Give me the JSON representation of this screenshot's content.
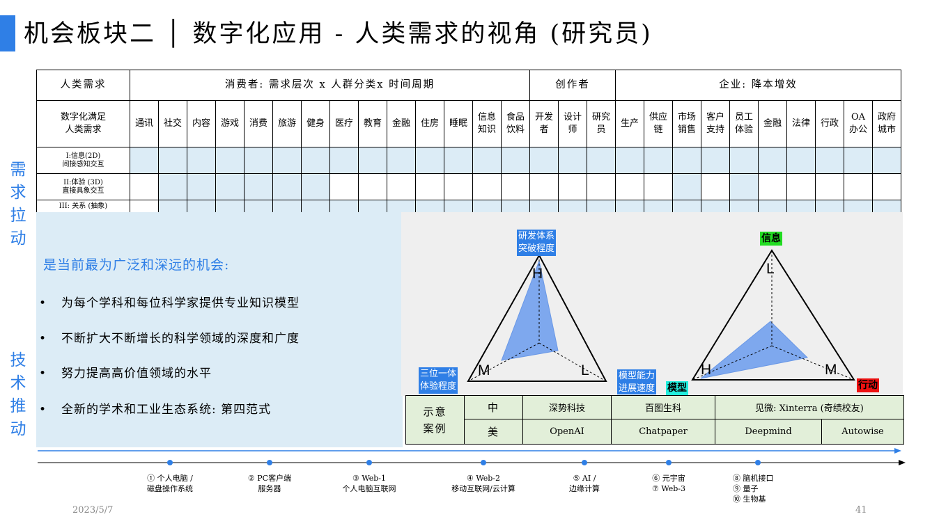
{
  "title": "机会板块二 │ 数字化应用 - 人类需求的视角 (研究员)",
  "side_labels": {
    "demand": [
      "需",
      "求",
      "拉",
      "动"
    ],
    "tech": [
      "技",
      "术",
      "推",
      "动"
    ]
  },
  "table": {
    "header_needs": "人类需求",
    "header_consumer": "消费者: 需求层次 x 人群分类x 时间周期",
    "header_creator": "创作者",
    "header_enterprise": "企业: 降本增效",
    "row_label_header": [
      "数字化满足",
      "人类需求"
    ],
    "subcolumns": [
      [
        "通讯"
      ],
      [
        "社交"
      ],
      [
        "内容"
      ],
      [
        "游戏"
      ],
      [
        "消费"
      ],
      [
        "旅游"
      ],
      [
        "健身"
      ],
      [
        "医疗"
      ],
      [
        "教育"
      ],
      [
        "金融"
      ],
      [
        "住房"
      ],
      [
        "睡眠"
      ],
      [
        "信息",
        "知识"
      ],
      [
        "食品",
        "饮料"
      ],
      [
        "开发",
        "者"
      ],
      [
        "设计",
        "师"
      ],
      [
        "研究",
        "员"
      ],
      [
        "生产"
      ],
      [
        "供应",
        "链"
      ],
      [
        "市场",
        "销售"
      ],
      [
        "客户",
        "支持"
      ],
      [
        "员工",
        "体验"
      ],
      [
        "金融"
      ],
      [
        "法律"
      ],
      [
        "行政"
      ],
      [
        "OA",
        "办公"
      ],
      [
        "政府",
        "城市"
      ]
    ],
    "levels": [
      [
        "I:信息(2D)",
        "间接感知交互"
      ],
      [
        "II:体验 (3D)",
        "直接具象交互"
      ],
      [
        "III: 关系 (抽象)"
      ]
    ],
    "highlights": [
      [
        1,
        1,
        1,
        1,
        1,
        1,
        1,
        1,
        1,
        1,
        1,
        1,
        1,
        1,
        1,
        1,
        1,
        1,
        1,
        1,
        1,
        1,
        1,
        1,
        1,
        1,
        1
      ],
      [
        0,
        1,
        1,
        1,
        1,
        1,
        1,
        0,
        0,
        0,
        0,
        0,
        0,
        0,
        0,
        0,
        0,
        0,
        0,
        1,
        0,
        1,
        0,
        0,
        0,
        0,
        0
      ],
      [
        0,
        1,
        1,
        1,
        1,
        1,
        1,
        1,
        1,
        1,
        1,
        1,
        1,
        1,
        1,
        1,
        1,
        1,
        1,
        1,
        1,
        1,
        1,
        1,
        1,
        1,
        1
      ]
    ]
  },
  "panel": {
    "headline": "是当前最为广泛和深远的机会:",
    "bullet_marker": "•",
    "bullets": [
      "为每个学科和每位科学家提供专业知识模型",
      "不断扩大不断增长的科学领域的深度和广度",
      "努力提高高价值领域的水平",
      "全新的学术和工业生态系统: 第四范式"
    ]
  },
  "diagram": {
    "left": {
      "label_top": [
        "研发体系",
        "突破程度"
      ],
      "label_left": [
        "三位一体",
        "体验程度"
      ],
      "label_right": [
        "模型能力",
        "进展速度"
      ],
      "vertex_top": "H",
      "vertex_left": "M",
      "vertex_right": "L"
    },
    "right": {
      "tag_top": "信息",
      "tag_left": "模型",
      "tag_right": "行动",
      "vertex_top": "L",
      "vertex_left": "H",
      "vertex_right": "M"
    },
    "fill_color": "#7ea8ee"
  },
  "cases": {
    "label": [
      "示意",
      "案例"
    ],
    "rows": [
      {
        "region": "中",
        "items": [
          "深势科技",
          "百图生科",
          "见微: Xinterra  (奇绩校友)"
        ]
      },
      {
        "region": "美",
        "items": [
          "OpenAI",
          "Chatpaper",
          "Deepmind",
          "Autowise"
        ]
      }
    ]
  },
  "timeline": {
    "color": "#2f7fe6",
    "points": [
      {
        "lines": [
          "① 个人电脑 /",
          "磁盘操作系统"
        ]
      },
      {
        "lines": [
          "② PC客户端",
          "服务器"
        ]
      },
      {
        "lines": [
          "③ Web-1",
          "个人电脑互联网"
        ]
      },
      {
        "lines": [
          "④ Web-2",
          "移动互联网/云计算"
        ]
      },
      {
        "lines": [
          "⑤ AI /",
          "边缘计算"
        ]
      },
      {
        "lines": [
          "⑥ 元宇宙",
          "⑦ Web-3"
        ]
      },
      {
        "lines": [
          "⑧ 脑机接口",
          "⑨ 量子",
          "⑩ 生物基"
        ]
      }
    ]
  },
  "footer": {
    "date": "2023/5/7",
    "page": "41"
  }
}
